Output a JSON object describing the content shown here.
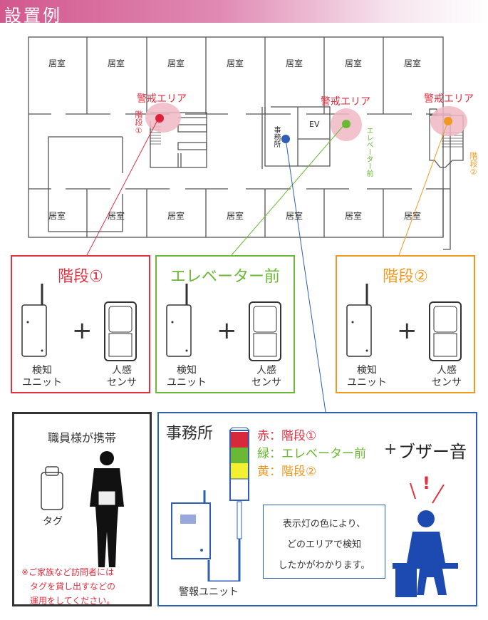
{
  "header": {
    "title": "設置例"
  },
  "floor": {
    "room_label": "居室",
    "alert_area": "警戒エリア",
    "stair1": "階段①",
    "stair2": "階段②",
    "elevator_front": "エレベーター前",
    "office": "事務所",
    "ev": "EV"
  },
  "zones": [
    {
      "title": "階段①",
      "color": "#e03040",
      "unit": [
        "検知",
        "ユニット"
      ],
      "sensor": [
        "人感",
        "センサ"
      ]
    },
    {
      "title": "エレベーター前",
      "color": "#6ab833",
      "unit": [
        "検知",
        "ユニット"
      ],
      "sensor": [
        "人感",
        "センサ"
      ]
    },
    {
      "title": "階段②",
      "color": "#ef9a1f",
      "unit": [
        "検知",
        "ユニット"
      ],
      "sensor": [
        "人感",
        "センサ"
      ]
    }
  ],
  "staff": {
    "title": "職員様が携帯",
    "tag": "タグ",
    "note": [
      "※ご家族など訪問者には",
      "タグを貸し出すなどの",
      "運用をしてください。"
    ]
  },
  "office_panel": {
    "title": "事務所",
    "legend": [
      {
        "color_name": "赤",
        "sep": "：",
        "zone": "階段①"
      },
      {
        "color_name": "緑",
        "sep": "：",
        "zone": "エレベーター前"
      },
      {
        "color_name": "黄",
        "sep": "：",
        "zone": "階段②"
      }
    ],
    "plus": "+",
    "buzzer": "ブザー音",
    "message": [
      "表示灯の色により、",
      "どのエリアで検知",
      "したかがわかります。"
    ],
    "alarm_unit": "警報ユニット",
    "exclaim": "!"
  }
}
